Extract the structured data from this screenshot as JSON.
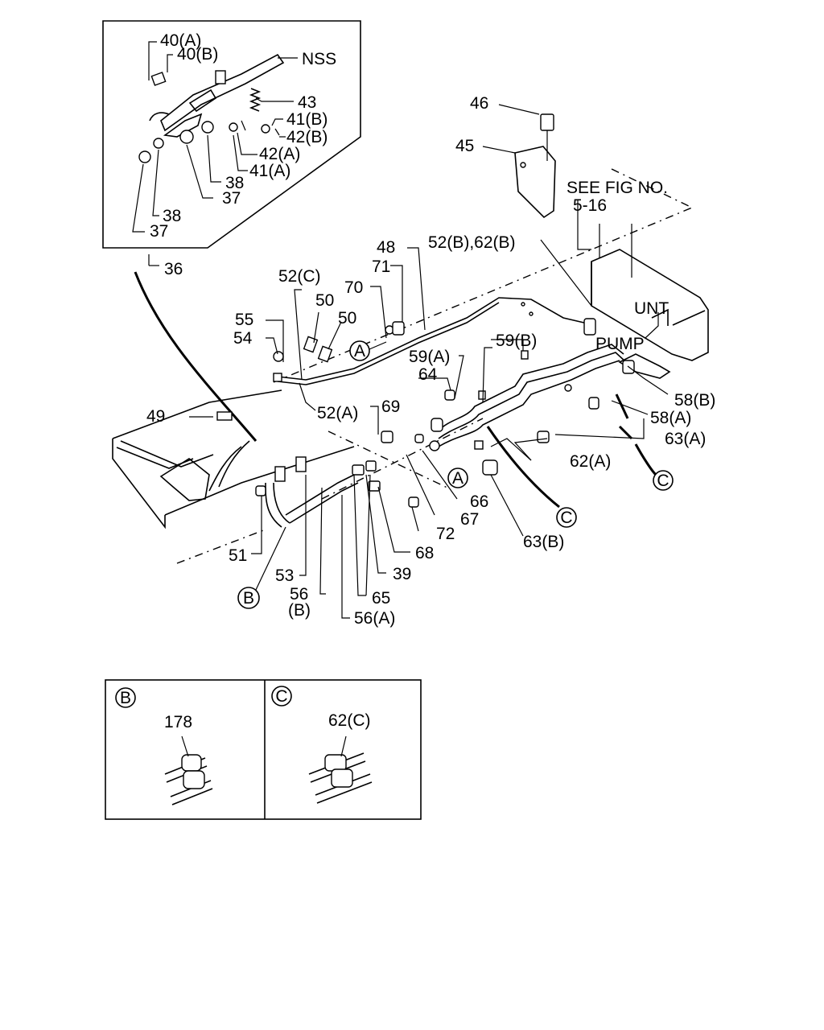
{
  "labels": [
    {
      "id": "40a",
      "text": "40(A)"
    },
    {
      "id": "40b",
      "text": "40(B)"
    },
    {
      "id": "nss",
      "text": "NSS"
    },
    {
      "id": "43",
      "text": "43"
    },
    {
      "id": "41b",
      "text": "41(B)"
    },
    {
      "id": "42b",
      "text": "42(B)"
    },
    {
      "id": "42a",
      "text": "42(A)"
    },
    {
      "id": "41a",
      "text": "41(A)"
    },
    {
      "id": "38a",
      "text": "38"
    },
    {
      "id": "37a",
      "text": "37"
    },
    {
      "id": "38b",
      "text": "38"
    },
    {
      "id": "37b",
      "text": "37"
    },
    {
      "id": "36",
      "text": "36"
    },
    {
      "id": "46",
      "text": "46"
    },
    {
      "id": "45",
      "text": "45"
    },
    {
      "id": "seefig",
      "text": "SEE FIG NO."
    },
    {
      "id": "516",
      "text": "5-16"
    },
    {
      "id": "48",
      "text": "48"
    },
    {
      "id": "52b62b",
      "text": "52(B),62(B)"
    },
    {
      "id": "71",
      "text": "71"
    },
    {
      "id": "52c",
      "text": "52(C)"
    },
    {
      "id": "70",
      "text": "70"
    },
    {
      "id": "50a",
      "text": "50"
    },
    {
      "id": "50b",
      "text": "50"
    },
    {
      "id": "55",
      "text": "55"
    },
    {
      "id": "54",
      "text": "54"
    },
    {
      "id": "unt",
      "text": "UNT"
    },
    {
      "id": "pump",
      "text": "PUMP"
    },
    {
      "id": "59b",
      "text": "59(B)"
    },
    {
      "id": "59a",
      "text": "59(A)"
    },
    {
      "id": "64",
      "text": "64"
    },
    {
      "id": "69",
      "text": "69"
    },
    {
      "id": "52a",
      "text": "52(A)"
    },
    {
      "id": "49",
      "text": "49"
    },
    {
      "id": "58b",
      "text": "58(B)"
    },
    {
      "id": "58a",
      "text": "58(A)"
    },
    {
      "id": "63a",
      "text": "63(A)"
    },
    {
      "id": "62a",
      "text": "62(A)"
    },
    {
      "id": "66",
      "text": "66"
    },
    {
      "id": "67",
      "text": "67"
    },
    {
      "id": "72",
      "text": "72"
    },
    {
      "id": "68",
      "text": "68"
    },
    {
      "id": "63b",
      "text": "63(B)"
    },
    {
      "id": "51",
      "text": "51"
    },
    {
      "id": "53",
      "text": "53"
    },
    {
      "id": "39",
      "text": "39"
    },
    {
      "id": "56b",
      "text": "56"
    },
    {
      "id": "56bsub",
      "text": "(B)"
    },
    {
      "id": "65",
      "text": "65"
    },
    {
      "id": "56a",
      "text": "56(A)"
    },
    {
      "id": "178",
      "text": "178"
    },
    {
      "id": "62c",
      "text": "62(C)"
    }
  ],
  "callouts": [
    {
      "id": "A1",
      "text": "A"
    },
    {
      "id": "A2",
      "text": "A"
    },
    {
      "id": "B1",
      "text": "B"
    },
    {
      "id": "C1",
      "text": "C"
    },
    {
      "id": "C2",
      "text": "C"
    },
    {
      "id": "B2",
      "text": "B"
    },
    {
      "id": "C3",
      "text": "C"
    }
  ]
}
